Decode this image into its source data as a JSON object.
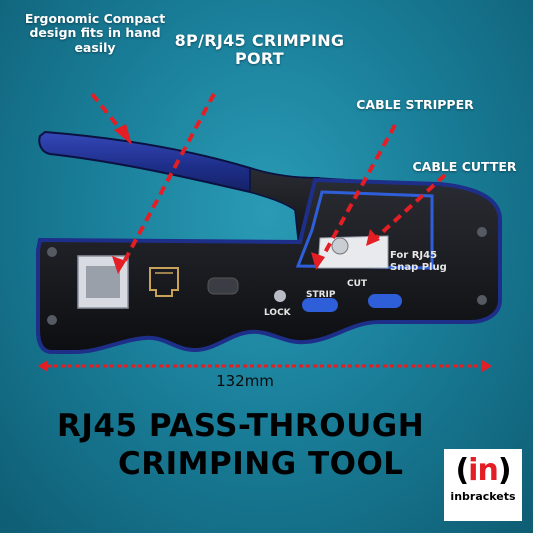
{
  "callouts": {
    "ergonomic": "Ergonomic Compact design fits in hand easily",
    "port": "8P/RJ45 CRIMPING PORT",
    "stripper": "CABLE STRIPPER",
    "cutter": "CABLE CUTTER"
  },
  "tool_labels": {
    "snap_line1": "For RJ45",
    "snap_line2": "Snap Plug",
    "cut": "CUT",
    "strip": "STRIP",
    "lock": "LOCK"
  },
  "measurement": "132mm",
  "title": {
    "line1": "RJ45 PASS-THROUGH",
    "line2": "CRIMPING TOOL"
  },
  "logo": {
    "open": "(",
    "in": "in",
    "close": ")",
    "brand": "inbrackets"
  },
  "colors": {
    "arrow": "#e31e24",
    "handle": "#1e2f8a",
    "body": "#15161a"
  }
}
